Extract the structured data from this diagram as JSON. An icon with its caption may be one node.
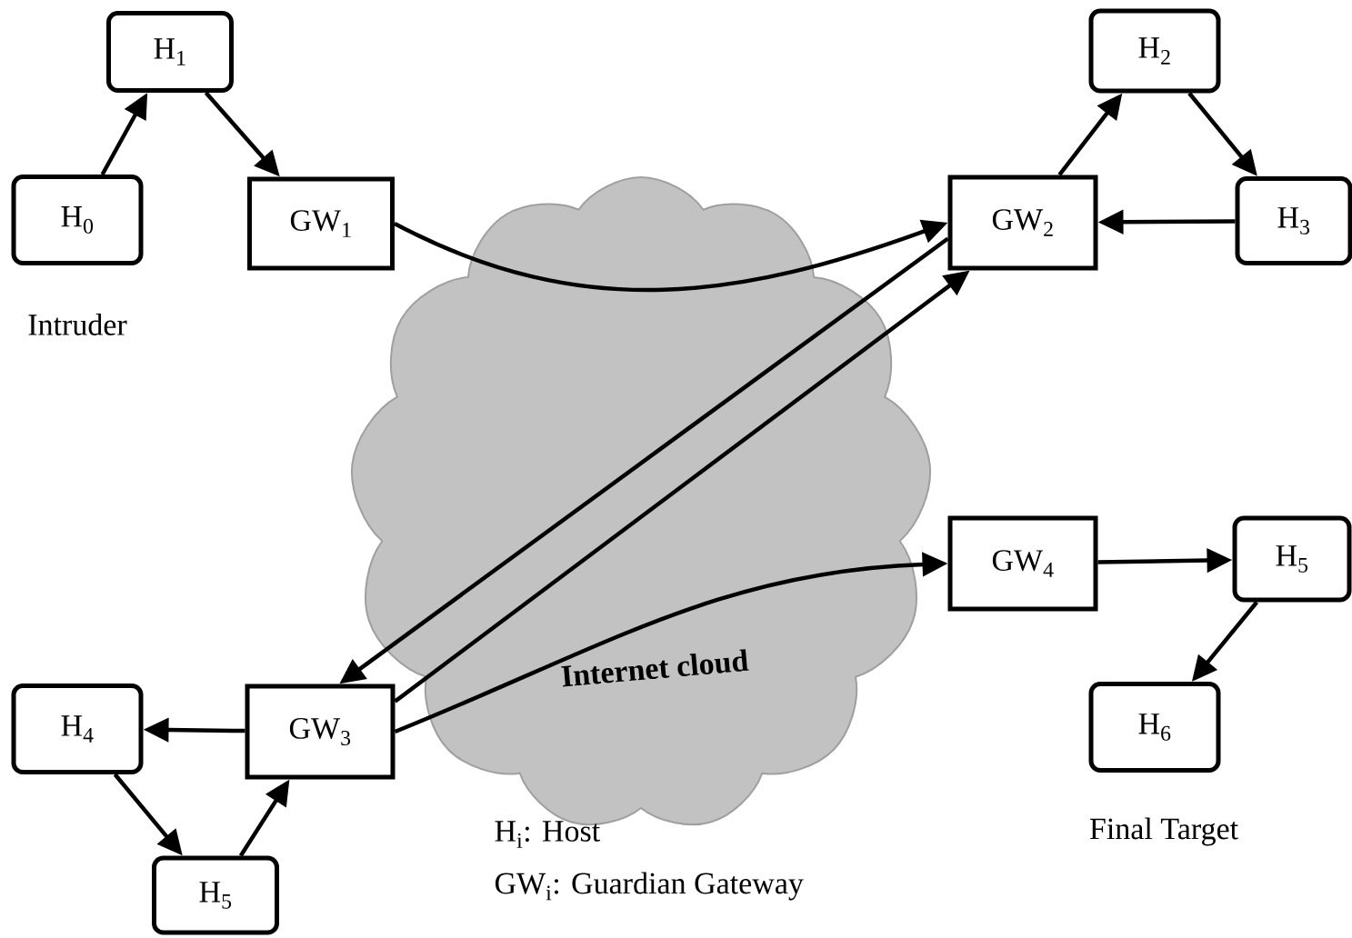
{
  "diagram": {
    "nodes": [
      {
        "text": [
          "H$_{1}$"
        ]
      },
      {
        "text": [
          "H$_{0}$"
        ],
        "beside": [
          "Intruder"
        ]
      },
      {
        "text": [
          "GW$_{1}$"
        ]
      },
      {
        "text": [
          "H$_{2}$"
        ]
      },
      {
        "text": [
          "GW$_{2}$"
        ]
      },
      {
        "text": [
          "H$_{3}$"
        ]
      },
      {
        "text": [
          "GW$_{4}$"
        ]
      },
      {
        "text": [
          "H$_{5}$"
        ]
      },
      {
        "text": [
          "GW$_{3}$"
        ]
      },
      {
        "text": [
          "H$_{4}$"
        ]
      },
      {
        "text": [
          "H$_{6}$"
        ],
        "beside": [
          "Final Target"
        ]
      },
      {
        "text": [
          "H$_{5}$"
        ]
      }
    ],
    "edges": [
      {
        "from": 1,
        "to": 0,
        "arrow": "to"
      },
      {
        "from": 0,
        "to": 2,
        "arrow": "to"
      },
      {
        "from": 2,
        "to": 4,
        "arrow": "to"
      },
      {
        "from": 4,
        "to": 3,
        "arrow": "to"
      },
      {
        "from": 3,
        "to": 5,
        "arrow": "to"
      },
      {
        "from": 5,
        "to": 4,
        "arrow": "to"
      },
      {
        "from": 4,
        "to": 8,
        "arrow": "to"
      },
      {
        "from": 8,
        "to": 4,
        "arrow": "to"
      },
      {
        "from": 8,
        "to": 9,
        "arrow": "to"
      },
      {
        "from": 9,
        "to": 11,
        "arrow": "to"
      },
      {
        "from": 11,
        "to": 8,
        "arrow": "to"
      },
      {
        "from": 8,
        "to": 6,
        "arrow": "to"
      },
      {
        "from": 6,
        "to": 7,
        "arrow": "to"
      },
      {
        "from": 7,
        "to": 10,
        "arrow": "to"
      }
    ],
    "labels": [
      "Internet cloud",
      "H$_{i}$: Host",
      "GW$_{i}$: Guardian Gateway"
    ]
  }
}
